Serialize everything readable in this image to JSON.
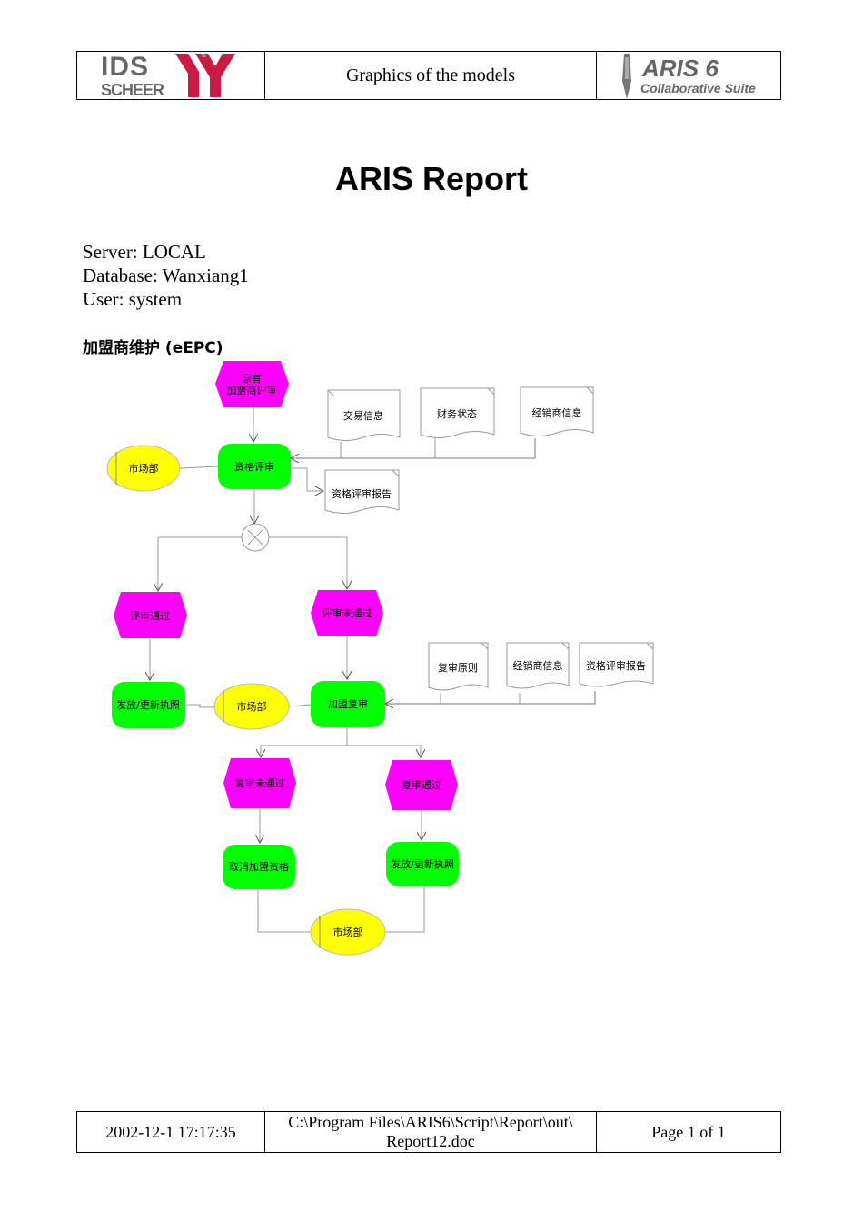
{
  "header": {
    "logo_ids": "IDS",
    "logo_scheer": "SCHEER",
    "title": "Graphics of the models",
    "aris_title": "ARIS 6",
    "aris_subtitle": "Collaborative Suite"
  },
  "report_title": "ARIS Report",
  "info": {
    "server": "Server: LOCAL",
    "database": "Database: Wanxiang1",
    "user": "User: system"
  },
  "model_title": "加盟商维护 (eEPC)",
  "diagram": {
    "event_existing_line1": "原有",
    "event_existing_line2": "加盟商评审",
    "doc_transaction_info": "交易信息",
    "doc_financial_status": "财务状态",
    "doc_dealer_info_1": "经销商信息",
    "org_market_dept_1": "市场部",
    "func_qualification_review": "资格评审",
    "doc_review_report_1": "资格评审报告",
    "event_review_passed": "评审通过",
    "event_review_failed": "评审未通过",
    "doc_re_review_rules": "复审原则",
    "doc_dealer_info_2": "经销商信息",
    "doc_review_report_2": "资格评审报告",
    "func_issue_license_1": "发放/更新执照",
    "org_market_dept_2": "市场部",
    "func_franchise_re_review": "加盟复审",
    "event_re_review_failed": "复审未通过",
    "event_re_review_passed": "复审通过",
    "func_cancel_qualification": "取消加盟资格",
    "func_issue_license_2": "发放/更新执照",
    "org_market_dept_3": "市场部"
  },
  "colors": {
    "event": "#ff00ff",
    "function": "#00ff00",
    "org_unit": "#ffff00",
    "logo_red": "#cc1a44"
  },
  "footer": {
    "datetime": "2002-12-1 17:17:35",
    "path_line1": "C:\\Program Files\\ARIS6\\Script\\Report\\out\\",
    "path_line2": "Report12.doc",
    "page": "Page 1  of 1"
  }
}
